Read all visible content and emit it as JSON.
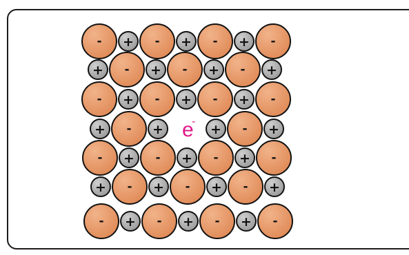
{
  "diagram": {
    "colors": {
      "anion_fill": "#e08a57",
      "anion_fill_light": "#f1b389",
      "anion_stroke": "#111111",
      "cation_fill": "#9a9a9a",
      "cation_fill_light": "#cfcfcf",
      "cation_stroke": "#111111",
      "electron": "#e0198a"
    },
    "symbols": {
      "anion": "-",
      "cation": "+"
    },
    "electron": {
      "base": "e",
      "superscript": "-"
    },
    "lattice": [
      [
        "A",
        "C",
        "A",
        "C",
        "A",
        "C",
        "A"
      ],
      [
        "C",
        "A",
        "C",
        "A",
        "C",
        "A",
        "C"
      ],
      [
        "A",
        "C",
        "A",
        "C",
        "A",
        "C",
        "A"
      ],
      [
        "C",
        "A",
        "C",
        "X",
        "C",
        "A",
        "C"
      ],
      [
        "A",
        "C",
        "A",
        "C",
        "A",
        "C",
        "A"
      ],
      [
        "C",
        "A",
        "C",
        "A",
        "C",
        "A",
        "C"
      ],
      [
        "A",
        "C",
        "A",
        "C",
        "A",
        "C",
        "A"
      ]
    ]
  }
}
